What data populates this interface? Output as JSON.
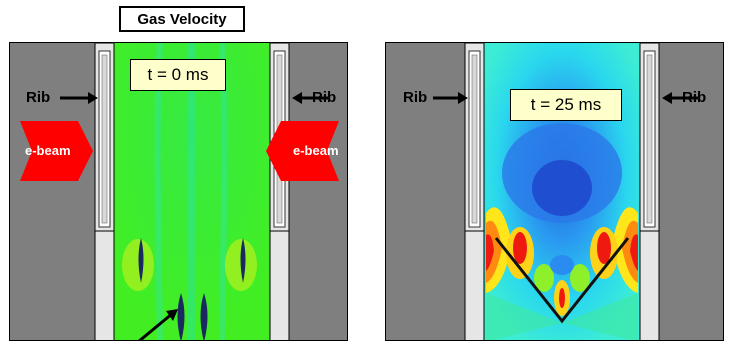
{
  "figure_title": "Gas Velocity",
  "panels": [
    {
      "time_label": "t = 0 ms",
      "rib_left": "Rib",
      "rib_right": "Rib",
      "ebeam_left": "e-beam",
      "ebeam_right": "e-beam"
    },
    {
      "time_label": "t = 25 ms",
      "rib_left": "Rib",
      "rib_right": "Rib"
    }
  ],
  "colors": {
    "housing": "#7f7f7f",
    "ebeam": "#ff0000",
    "label_fill": "#ffffcc",
    "flow_green": "#33ee22",
    "flow_cyan": "#22d4ee",
    "flow_blue": "#2a5bd8"
  },
  "icons": [
    "arrow-icon"
  ]
}
